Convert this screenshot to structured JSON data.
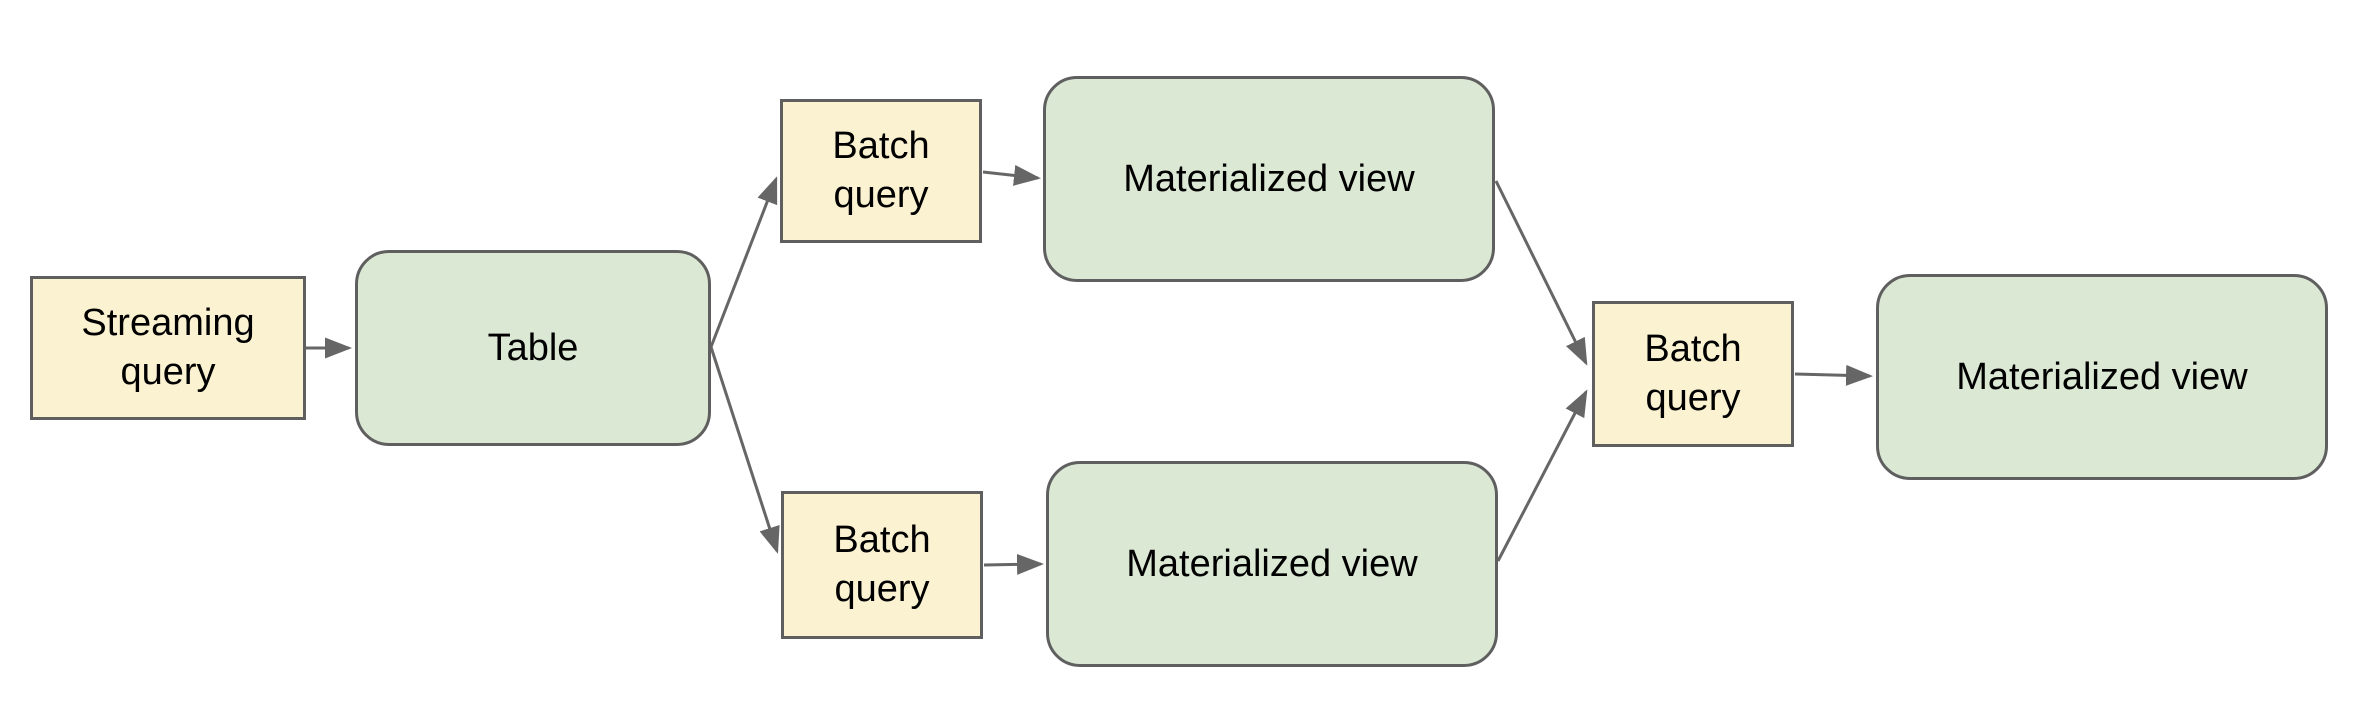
{
  "diagram": {
    "type": "flowchart",
    "background": "#ffffff",
    "colors": {
      "query_fill": "#fbf2d1",
      "query_border": "#5f5f5f",
      "view_fill": "#dbe8d4",
      "view_border": "#5f5f5f",
      "arrow": "#666666",
      "text": "#000000"
    },
    "nodes": [
      {
        "id": "streaming-query",
        "label": "Streaming query",
        "shape": "rectangle",
        "kind": "query"
      },
      {
        "id": "table",
        "label": "Table",
        "shape": "rounded",
        "kind": "dataset"
      },
      {
        "id": "batch-query-top",
        "label": "Batch query",
        "shape": "rectangle",
        "kind": "query"
      },
      {
        "id": "materialized-view-top",
        "label": "Materialized view",
        "shape": "rounded",
        "kind": "dataset"
      },
      {
        "id": "batch-query-bottom",
        "label": "Batch query",
        "shape": "rectangle",
        "kind": "query"
      },
      {
        "id": "materialized-view-bottom",
        "label": "Materialized view",
        "shape": "rounded",
        "kind": "dataset"
      },
      {
        "id": "batch-query-right",
        "label": "Batch query",
        "shape": "rectangle",
        "kind": "query"
      },
      {
        "id": "materialized-view-right",
        "label": "Materialized view",
        "shape": "rounded",
        "kind": "dataset"
      }
    ],
    "edges": [
      {
        "from": "streaming-query",
        "to": "table"
      },
      {
        "from": "table",
        "to": "batch-query-top"
      },
      {
        "from": "table",
        "to": "batch-query-bottom"
      },
      {
        "from": "batch-query-top",
        "to": "materialized-view-top"
      },
      {
        "from": "batch-query-bottom",
        "to": "materialized-view-bottom"
      },
      {
        "from": "materialized-view-top",
        "to": "batch-query-right"
      },
      {
        "from": "materialized-view-bottom",
        "to": "batch-query-right"
      },
      {
        "from": "batch-query-right",
        "to": "materialized-view-right"
      }
    ]
  }
}
